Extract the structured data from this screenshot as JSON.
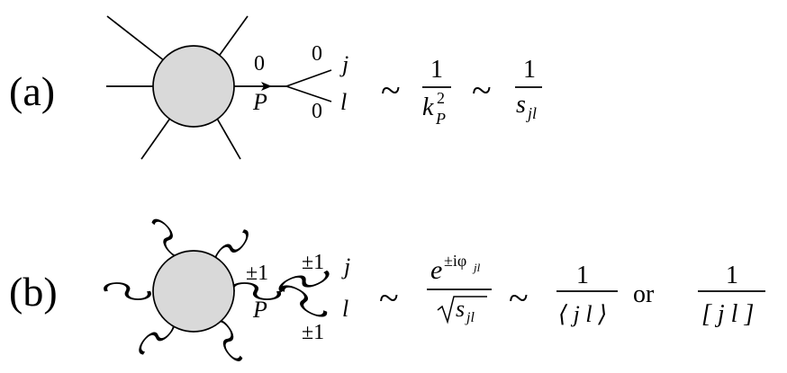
{
  "panel_a": {
    "label": "(a)",
    "helicity_p": "0",
    "momentum_p": "P",
    "helicity_j": "0",
    "leg_j": "j",
    "helicity_l": "0",
    "leg_l": "l",
    "sim1": "~",
    "frac1_num": "1",
    "frac1_den": "k",
    "frac1_den_sup": "2",
    "frac1_den_sub": "P",
    "sim2": "~",
    "frac2_num": "1",
    "frac2_den": "s",
    "frac2_den_sub": "jl"
  },
  "panel_b": {
    "label": "(b)",
    "helicity_p": "±1",
    "momentum_p": "P",
    "helicity_j": "±1",
    "leg_j": "j",
    "helicity_l": "±1",
    "leg_l": "l",
    "sim1": "~",
    "frac1_num": "e",
    "frac1_num_sup": "±iφ",
    "frac1_num_sup_sub": "jl",
    "frac1_den": "s",
    "frac1_den_sub": "jl",
    "sim2": "~",
    "frac2_num": "1",
    "frac2_den": "⟨ j l ⟩",
    "or": "or",
    "frac3_num": "1",
    "frac3_den": "[ j l ]"
  },
  "colors": {
    "blob_fill": "#d9d9d9",
    "ink": "#000000"
  }
}
